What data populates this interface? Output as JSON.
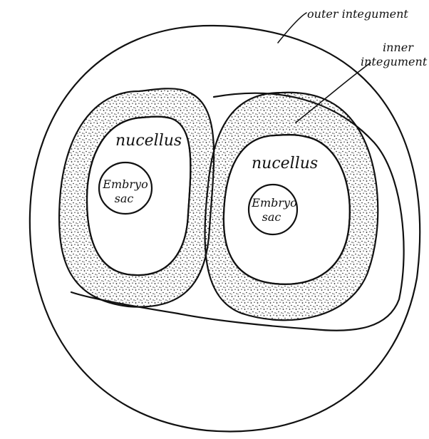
{
  "labels": {
    "outer_integument": "outer integument",
    "inner_integument_line1": "inner",
    "inner_integument_line2": "integument",
    "left_ovule": {
      "nucellus": "nucellus",
      "embryo_line1": "Embryo",
      "embryo_line2": "sac"
    },
    "right_ovule": {
      "nucellus": "nucellus",
      "embryo_line1": "Embryo",
      "embryo_line2": "sac"
    }
  },
  "colors": {
    "ink": "#111111",
    "paper": "#ffffff",
    "stipple": "#222222"
  }
}
